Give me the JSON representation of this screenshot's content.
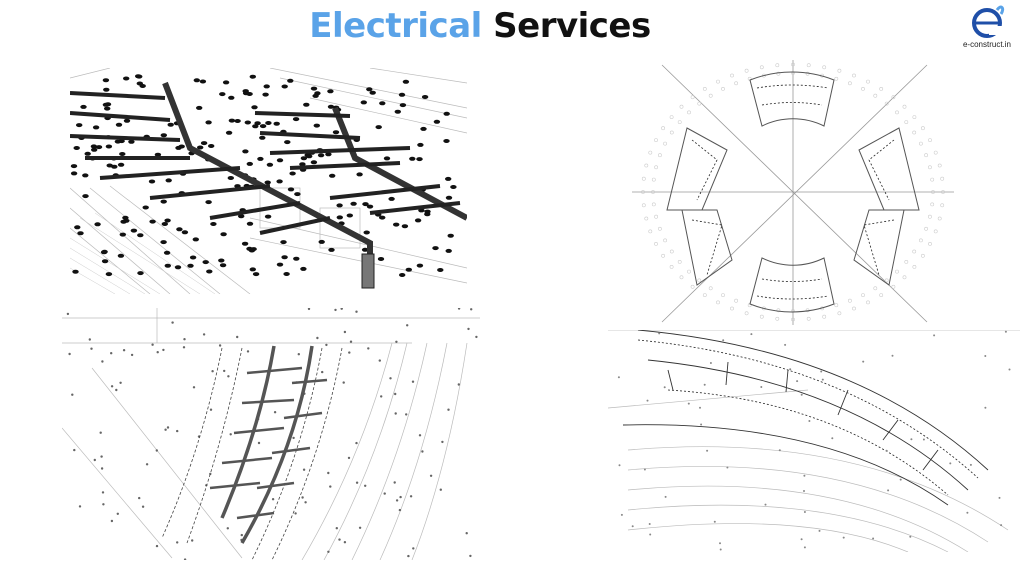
{
  "header": {
    "title_word1": "Electrical",
    "title_word2": "Services",
    "accent_color": "#5aa3e8"
  },
  "logo": {
    "text": "e-construct.in",
    "icon": "e-logo-icon"
  },
  "panels": [
    {
      "id": "p1",
      "view": "3d-isometric-cable-tray-view"
    },
    {
      "id": "p2",
      "view": "radial-floor-plan-view"
    },
    {
      "id": "p3",
      "view": "curved-plan-detail-with-cable-trays"
    },
    {
      "id": "p4",
      "view": "curved-plan-detail-view"
    }
  ]
}
